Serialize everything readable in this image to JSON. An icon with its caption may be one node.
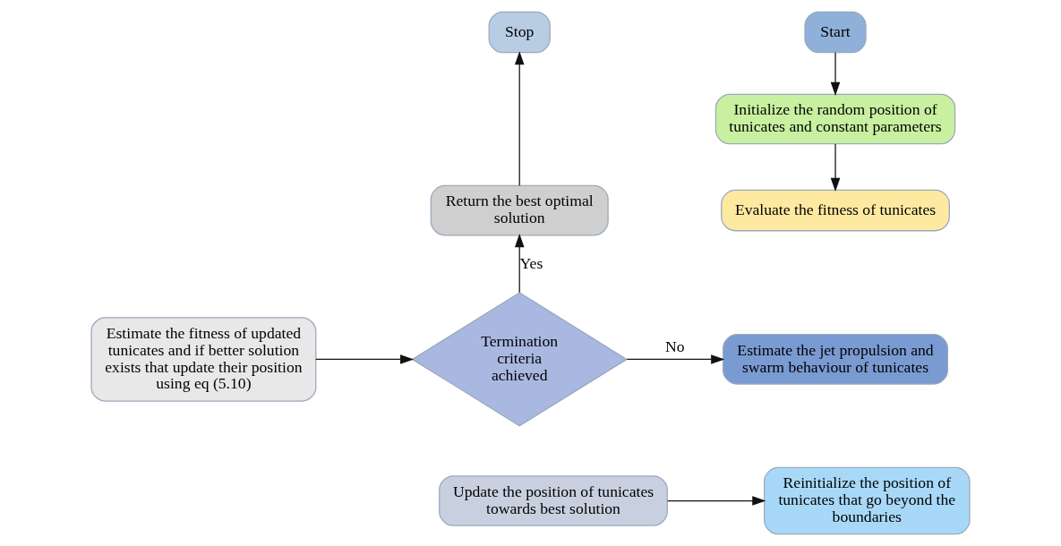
{
  "diagram": {
    "nodes": [
      {
        "text": [
          "Start"
        ]
      },
      {
        "text": [
          "Initialize the random position of tunicates and constant parameters"
        ]
      },
      {
        "text": [
          "Evaluate the fitness of tunicates"
        ]
      },
      {
        "text": [
          "Stop"
        ]
      },
      {
        "text": [
          "Return the best optimal solution"
        ]
      },
      {
        "text": [
          "Termination criteria achieved"
        ]
      },
      {
        "text": [
          "Estimate the jet propulsion and swarm behaviour of tunicates"
        ]
      },
      {
        "text": [
          "Estimate the fitness of updated tunicates and if better solution exists that update their position using eq (5.10)"
        ]
      },
      {
        "text": [
          "Update the position of tunicates towards best solution"
        ]
      },
      {
        "text": [
          "Reinitialize the position of tunicates that go beyond the boundaries"
        ]
      }
    ],
    "edges": [
      {
        "from": 0,
        "to": 1,
        "arrow": "to"
      },
      {
        "from": 1,
        "to": 2,
        "arrow": "to"
      },
      {
        "from": 5,
        "to": 4,
        "arrow": "to",
        "label": "Yes"
      },
      {
        "from": 4,
        "to": 3,
        "arrow": "to"
      },
      {
        "from": 5,
        "to": 6,
        "arrow": "to",
        "label": "No"
      },
      {
        "from": 7,
        "to": 5,
        "arrow": "to"
      },
      {
        "from": 8,
        "to": 9,
        "arrow": "to"
      }
    ]
  }
}
